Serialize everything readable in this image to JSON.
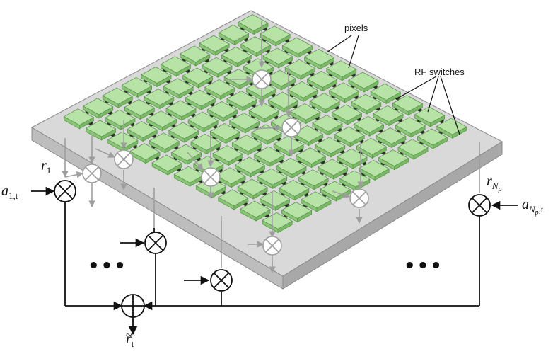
{
  "labels": {
    "pixels": "pixels",
    "rf_switches": "RF switches",
    "dots_left": "•••",
    "dots_right": "•••"
  },
  "math": {
    "r1_base": "r",
    "r1_sub": "1",
    "rn_base": "r",
    "rn_sub": "N",
    "rn_subsub": "p",
    "a1_base": "a",
    "a1_sub": "1,t",
    "an_base": "a",
    "an_sub1": "N",
    "an_subsub": "p",
    "an_sub2": ",t",
    "rt_base": "r",
    "rt_tilde": "~",
    "rt_sub": "t"
  },
  "colors": {
    "pixel_fill": "#b7e3a6",
    "pixel_stroke": "#5a9a4a",
    "board_top": "#d9d9d9",
    "board_side": "#bdbdbd",
    "switch": "#2b2b2b",
    "grey_line": "#9e9e9e",
    "black_line": "#111111"
  },
  "icons": {
    "multiplier": "circled-times-icon",
    "adder": "circled-plus-icon"
  }
}
